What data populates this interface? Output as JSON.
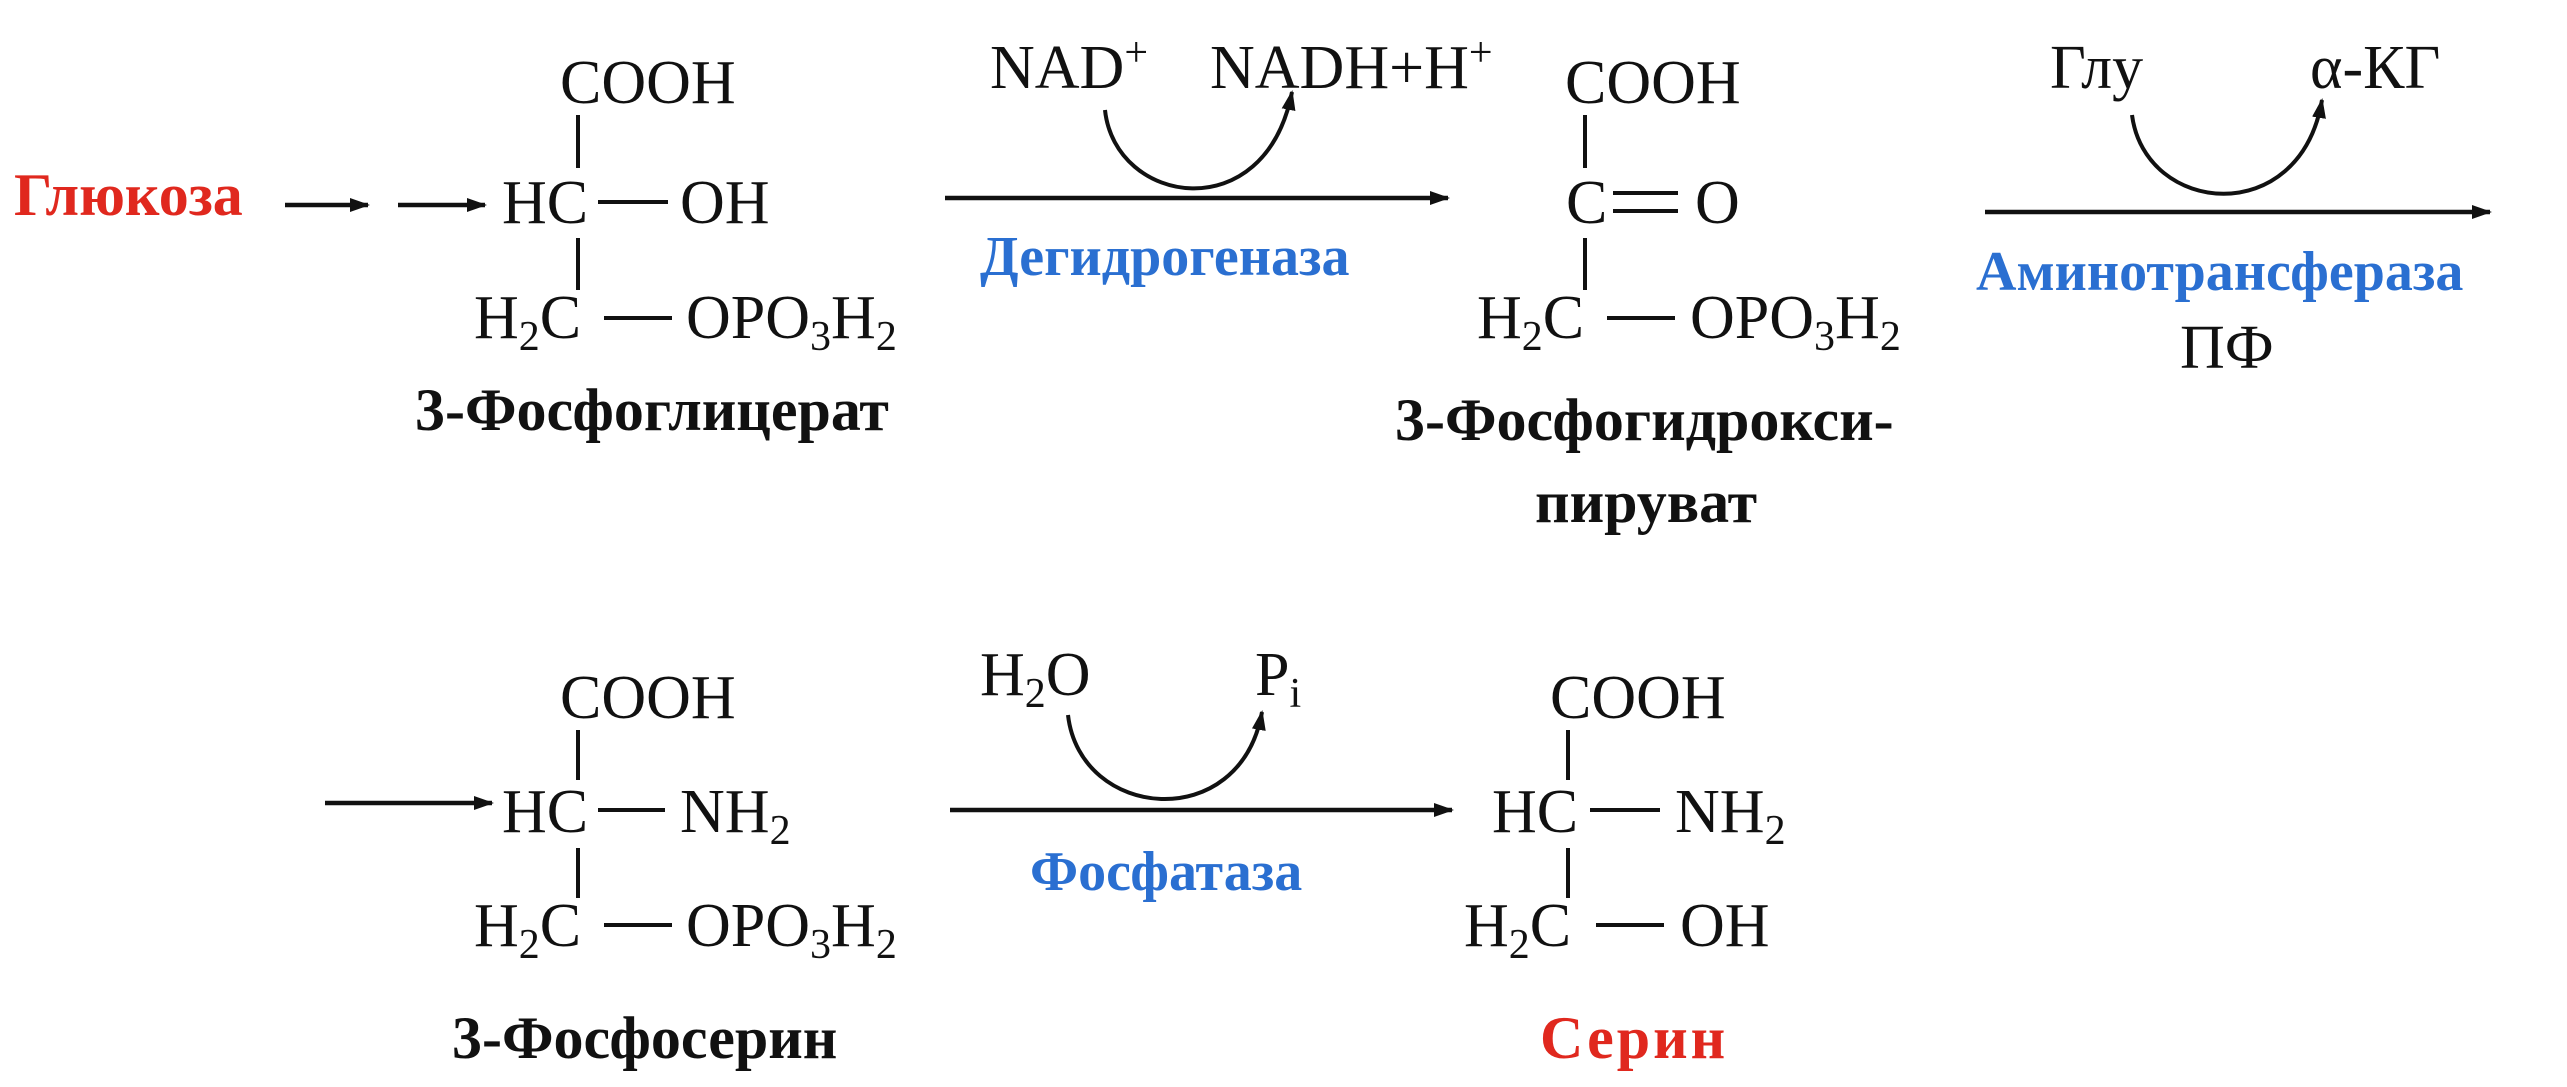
{
  "colors": {
    "start_label": "#e0281e",
    "enzyme_label": "#2a6fd1",
    "product_label": "#e0281e",
    "ink": "#111111"
  },
  "row1": {
    "start": "Глюкоза",
    "pg": {
      "top": "COOH",
      "mid_left": "HC",
      "mid_right": "OH",
      "bot_left_main": "H",
      "bot_left_sub": "2",
      "bot_left_tail": "C",
      "bot_right_a": "OPO",
      "bot_right_sub1": "3",
      "bot_right_b": "H",
      "bot_right_sub2": "2",
      "name": "3-Фосфоглицерат"
    },
    "step1": {
      "cofactor_in": "NAD",
      "cofactor_in_sup": "+",
      "cofactor_out": "NADH+H",
      "cofactor_out_sup": "+",
      "enzyme": "Дегидрогеназа"
    },
    "php": {
      "top": "COOH",
      "mid_left": "C",
      "mid_right": "O",
      "bot_left_main": "H",
      "bot_left_sub": "2",
      "bot_left_tail": "C",
      "bot_right_a": "OPO",
      "bot_right_sub1": "3",
      "bot_right_b": "H",
      "bot_right_sub2": "2",
      "name_line1": "3-Фосфогидрокси-",
      "name_line2": "пируват"
    },
    "step2": {
      "cofactor_in": "Глу",
      "cofactor_out": "α-КГ",
      "enzyme": "Аминотрансфераза",
      "coenzyme": "ПФ"
    }
  },
  "row2": {
    "ps": {
      "top": "COOH",
      "mid_left": "HC",
      "mid_right_a": "NH",
      "mid_right_sub": "2",
      "bot_left_main": "H",
      "bot_left_sub": "2",
      "bot_left_tail": "C",
      "bot_right_a": "OPO",
      "bot_right_sub1": "3",
      "bot_right_b": "H",
      "bot_right_sub2": "2",
      "name": "3-Фосфосерин"
    },
    "step3": {
      "in_a": "H",
      "in_sub": "2",
      "in_b": "O",
      "out_a": "P",
      "out_sub": "i",
      "enzyme": "Фосфатаза"
    },
    "ser": {
      "top": "COOH",
      "mid_left": "HC",
      "mid_right_a": "NH",
      "mid_right_sub": "2",
      "bot_left_main": "H",
      "bot_left_sub": "2",
      "bot_left_tail": "C",
      "bot_right": "OH",
      "name": "Серин"
    }
  }
}
